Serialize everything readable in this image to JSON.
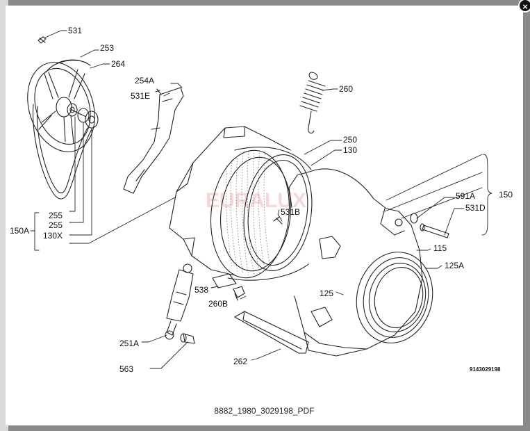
{
  "viewer": {
    "close_symbol": "×",
    "caption": "8882_1980_3029198_PDF"
  },
  "diagram": {
    "drawing_code": "9143029198",
    "watermark": "EURALUX",
    "labels": {
      "l531": "531",
      "l253": "253",
      "l264": "264",
      "l254A": "254A",
      "l531E": "531E",
      "l260": "260",
      "l250": "250",
      "l130": "130",
      "l591A": "591A",
      "l150": "150",
      "l531D": "531D",
      "l531B": "531B",
      "l255a": "255",
      "l255b": "255",
      "l150A": "150A",
      "l130X": "130X",
      "l115": "115",
      "l125A": "125A",
      "l125": "125",
      "l538": "538",
      "l260B": "260B",
      "l251A": "251A",
      "l262": "262",
      "l563": "563"
    }
  }
}
